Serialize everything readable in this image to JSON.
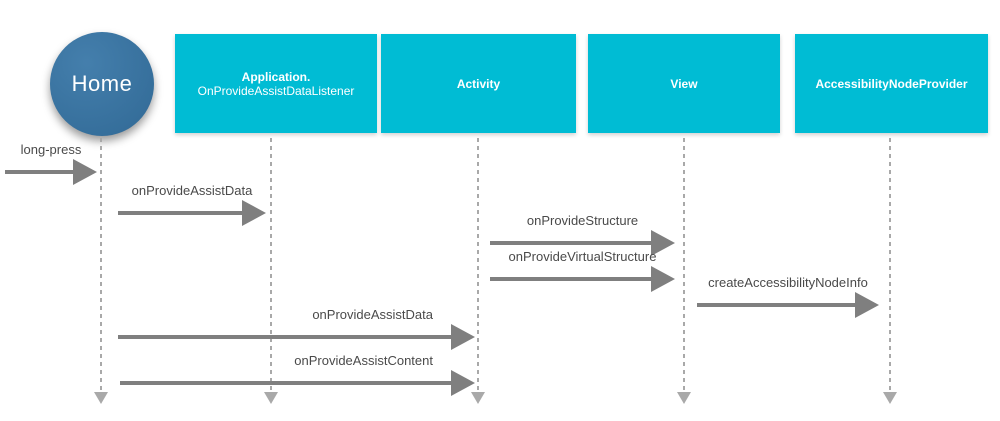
{
  "actor": {
    "label": "Home"
  },
  "participants": [
    {
      "line1": "Application.",
      "line2": "OnProvideAssistDataListener"
    },
    {
      "label": "Activity"
    },
    {
      "label": "View"
    },
    {
      "label": "AccessibilityNodeProvider"
    }
  ],
  "messages": [
    {
      "label": "long-press",
      "from": "user",
      "to": "Home"
    },
    {
      "label": "onProvideAssistData",
      "from": "Home",
      "to": "Application.OnProvideAssistDataListener"
    },
    {
      "label": "onProvideStructure",
      "from": "Activity",
      "to": "View"
    },
    {
      "label": "onProvideVirtualStructure",
      "from": "Activity",
      "to": "View"
    },
    {
      "label": "createAccessibilityNodeInfo",
      "from": "View",
      "to": "AccessibilityNodeProvider"
    },
    {
      "label": "onProvideAssistData",
      "from": "Home",
      "to": "Activity"
    },
    {
      "label": "onProvideAssistContent",
      "from": "Home",
      "to": "Activity"
    }
  ],
  "colors": {
    "participant_fill": "#00bcd4",
    "participant_text": "#ffffff",
    "actor_fill": "#3675a6",
    "actor_text": "#ffffff",
    "arrow": "#7f7f7f",
    "lifeline": "#a9a9a9",
    "label_text": "#4a4a4a",
    "background": "#ffffff"
  }
}
